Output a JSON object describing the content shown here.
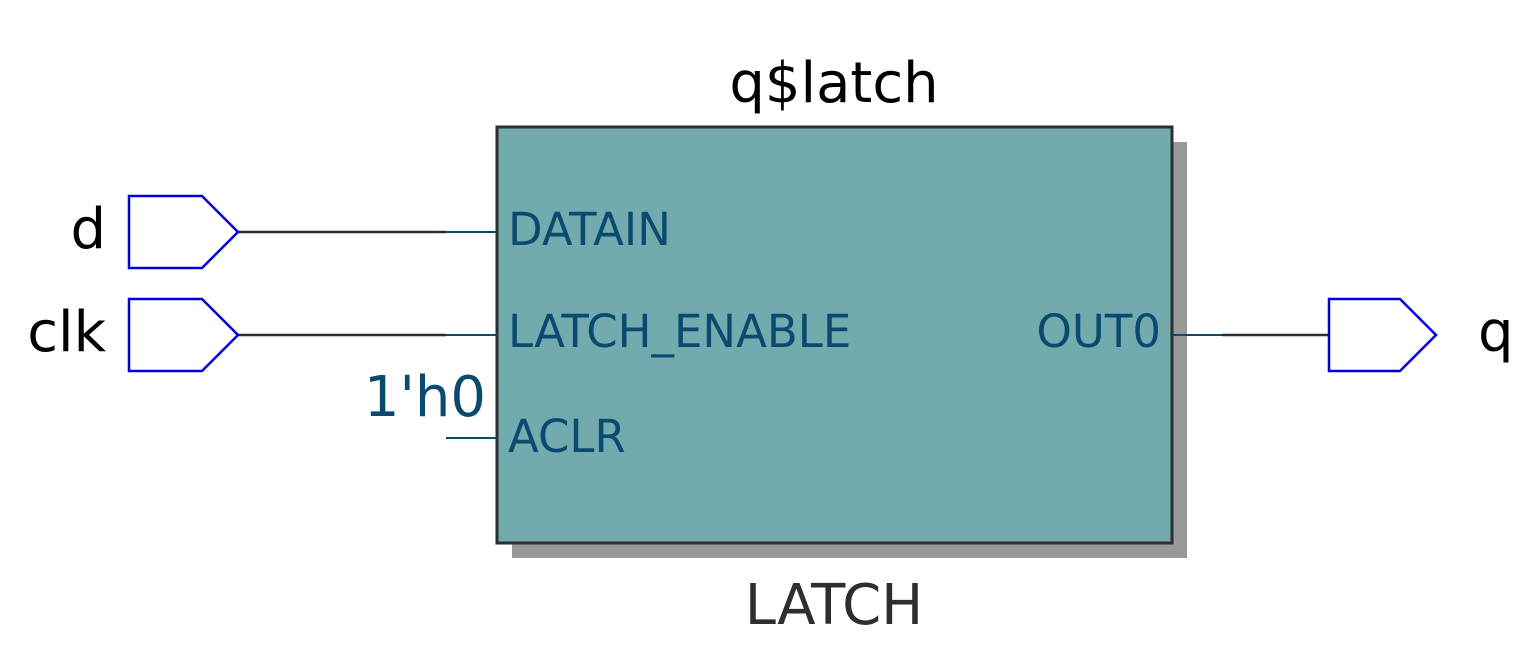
{
  "cell": {
    "instance_name": "q$latch",
    "type_name": "LATCH",
    "fill_color": "#72abad",
    "shadow_color": "#999999",
    "border_color": "#2e2e2e",
    "pin_text_color": "#0a4a70",
    "input_pins": [
      {
        "name": "DATAIN"
      },
      {
        "name": "LATCH_ENABLE"
      },
      {
        "name": "ACLR",
        "constant": "1'h0"
      }
    ],
    "output_pins": [
      {
        "name": "OUT0"
      }
    ]
  },
  "ports": {
    "inputs": [
      {
        "name": "d",
        "connects_to": "DATAIN"
      },
      {
        "name": "clk",
        "connects_to": "LATCH_ENABLE"
      }
    ],
    "outputs": [
      {
        "name": "q",
        "connects_from": "OUT0"
      }
    ],
    "port_stroke_color": "#0000dd",
    "wire_color": "#2e2e2e"
  }
}
